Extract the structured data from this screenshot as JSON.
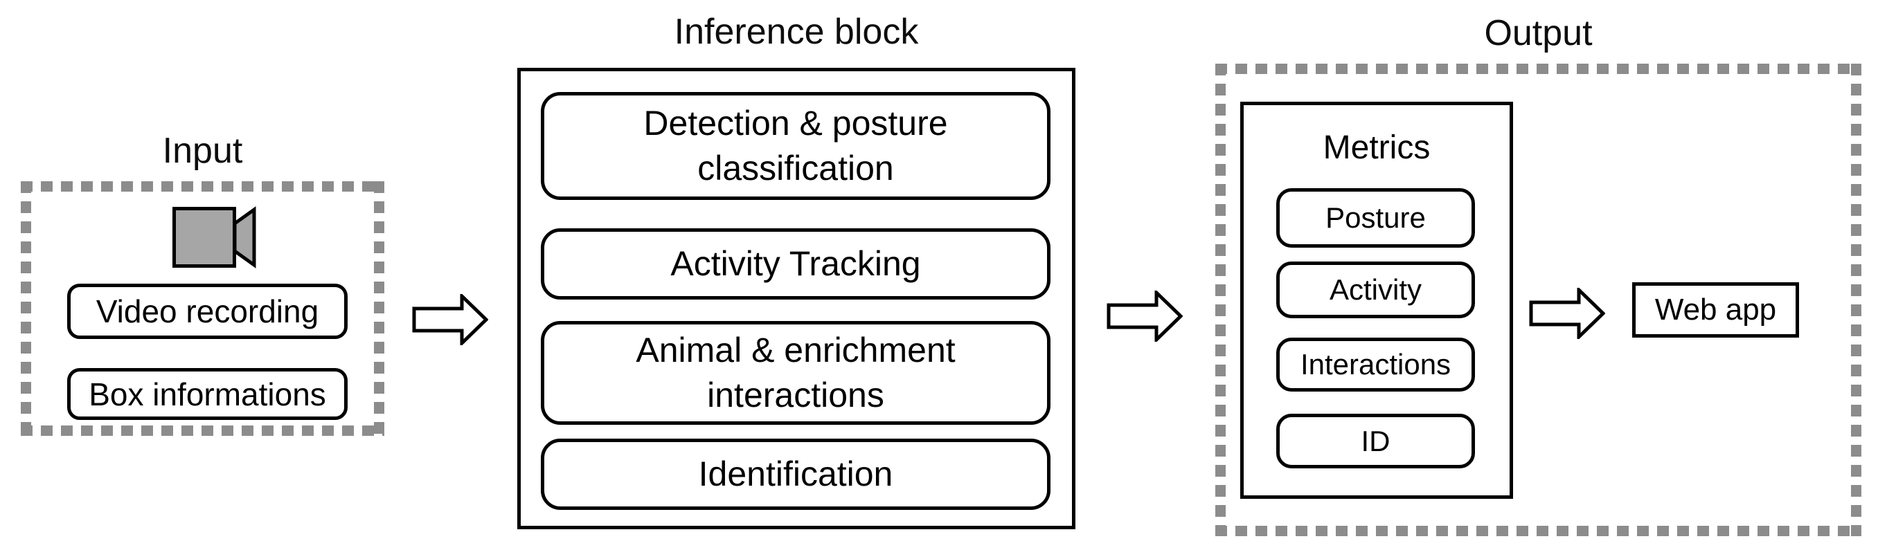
{
  "diagram": {
    "colors": {
      "stroke": "#000000",
      "dash_gray": "#8c8c8c",
      "camera_gray": "#a6a6a6",
      "background": "#ffffff"
    },
    "input": {
      "title": "Input",
      "icon": "video-camera-icon",
      "items": [
        {
          "label": "Video recording"
        },
        {
          "label": "Box informations"
        }
      ]
    },
    "inference": {
      "title": "Inference block",
      "steps": [
        {
          "label": "Detection & posture classification"
        },
        {
          "label": "Activity Tracking"
        },
        {
          "label": "Animal & enrichment interactions"
        },
        {
          "label": "Identification"
        }
      ]
    },
    "output": {
      "title": "Output",
      "metrics": {
        "title": "Metrics",
        "items": [
          {
            "label": "Posture"
          },
          {
            "label": "Activity"
          },
          {
            "label": "Interactions"
          },
          {
            "label": "ID"
          }
        ]
      },
      "webapp": {
        "label": "Web app"
      }
    }
  }
}
